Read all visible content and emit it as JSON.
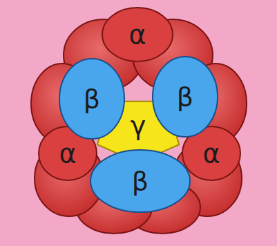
{
  "diagram": {
    "nodes": [
      {
        "text": [
          "α"
        ]
      },
      {
        "text": [
          "β"
        ]
      },
      {
        "text": [
          "β"
        ]
      },
      {
        "text": [
          "γ"
        ]
      },
      {
        "text": [
          "α"
        ]
      },
      {
        "text": [
          "α"
        ]
      },
      {
        "text": [
          "β"
        ]
      }
    ]
  }
}
